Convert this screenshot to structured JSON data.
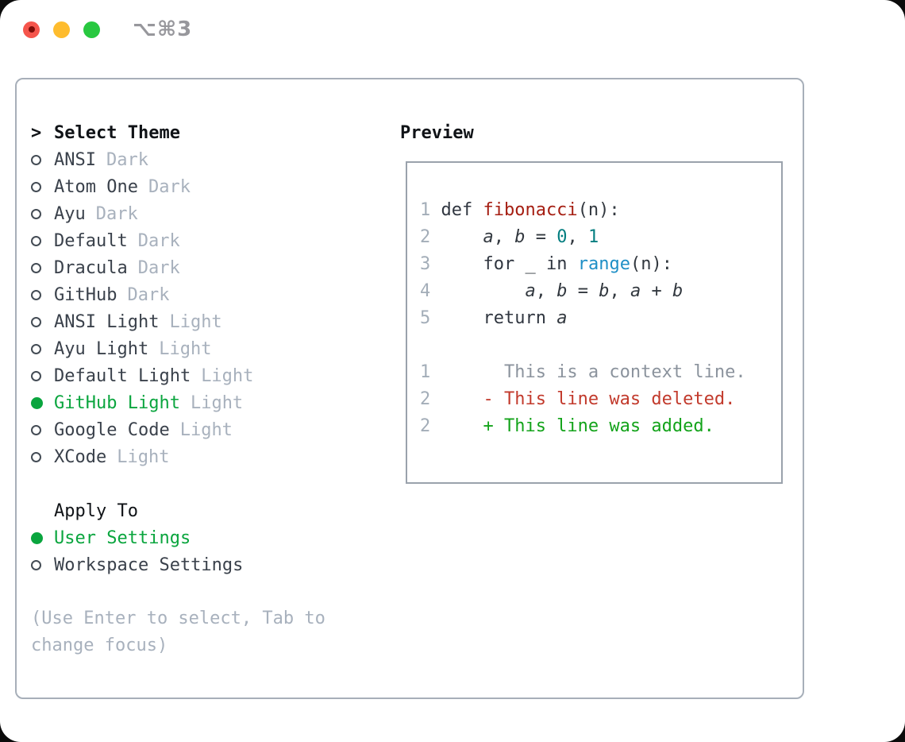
{
  "titlebar": {
    "shortcut": "⌥⌘3"
  },
  "colors": {
    "traffic-red": "#f5554c",
    "traffic-red-dot": "#7e0d08",
    "traffic-yellow": "#febc2e",
    "traffic-green": "#28c840",
    "shortcut": "#97979c",
    "panel-border": "#a7afb9",
    "box-border": "#9aa2ac",
    "heading": "#101317",
    "item-text": "#3a414b",
    "tag-text": "#a8b1bd",
    "muted": "#a8b1bd",
    "select-green": "#0aa53e",
    "ring": "#444c55",
    "lineno": "#a3adb8",
    "code-text": "#32383f",
    "kw": "#303640",
    "fn-red": "#a51e12",
    "num-teal": "#037e80",
    "builtin-blue": "#1e8fc6",
    "ctx-gray": "#8b939d",
    "del-red": "#c23a2c",
    "add-green": "#13a31a"
  },
  "theme_panel": {
    "header": {
      "marker": ">",
      "label": "Select Theme"
    },
    "themes": [
      {
        "name": "ANSI",
        "tag": "Dark",
        "selected": false
      },
      {
        "name": "Atom One",
        "tag": "Dark",
        "selected": false
      },
      {
        "name": "Ayu",
        "tag": "Dark",
        "selected": false
      },
      {
        "name": "Default",
        "tag": "Dark",
        "selected": false
      },
      {
        "name": "Dracula",
        "tag": "Dark",
        "selected": false
      },
      {
        "name": "GitHub",
        "tag": "Dark",
        "selected": false
      },
      {
        "name": "ANSI Light",
        "tag": "Light",
        "selected": false
      },
      {
        "name": "Ayu Light",
        "tag": "Light",
        "selected": false
      },
      {
        "name": "Default Light",
        "tag": "Light",
        "selected": false
      },
      {
        "name": "GitHub Light",
        "tag": "Light",
        "selected": true
      },
      {
        "name": "Google Code",
        "tag": "Light",
        "selected": false
      },
      {
        "name": "XCode",
        "tag": "Light",
        "selected": false
      }
    ],
    "apply_to": {
      "label": "Apply To",
      "options": [
        {
          "name": "User Settings",
          "selected": true
        },
        {
          "name": "Workspace Settings",
          "selected": false
        }
      ]
    },
    "hint": "(Use Enter to select, Tab to change focus)"
  },
  "preview": {
    "title": "Preview",
    "code_lines": [
      {
        "num": "1",
        "segs": [
          {
            "t": "def ",
            "c": "kw"
          },
          {
            "t": "fibonacci",
            "c": "fn"
          },
          {
            "t": "(n):",
            "c": "pl"
          }
        ]
      },
      {
        "num": "2",
        "segs": [
          {
            "t": "    ",
            "c": "pl"
          },
          {
            "t": "a",
            "c": "var"
          },
          {
            "t": ", ",
            "c": "pl"
          },
          {
            "t": "b",
            "c": "var"
          },
          {
            "t": " = ",
            "c": "pl"
          },
          {
            "t": "0",
            "c": "num"
          },
          {
            "t": ", ",
            "c": "pl"
          },
          {
            "t": "1",
            "c": "num"
          }
        ]
      },
      {
        "num": "3",
        "segs": [
          {
            "t": "    ",
            "c": "pl"
          },
          {
            "t": "for",
            "c": "kw"
          },
          {
            "t": " _ ",
            "c": "pl"
          },
          {
            "t": "in",
            "c": "kw"
          },
          {
            "t": " ",
            "c": "pl"
          },
          {
            "t": "range",
            "c": "bi"
          },
          {
            "t": "(n):",
            "c": "pl"
          }
        ]
      },
      {
        "num": "4",
        "segs": [
          {
            "t": "        ",
            "c": "pl"
          },
          {
            "t": "a",
            "c": "var"
          },
          {
            "t": ", ",
            "c": "pl"
          },
          {
            "t": "b",
            "c": "var"
          },
          {
            "t": " = ",
            "c": "pl"
          },
          {
            "t": "b",
            "c": "var"
          },
          {
            "t": ", ",
            "c": "pl"
          },
          {
            "t": "a",
            "c": "var"
          },
          {
            "t": " + ",
            "c": "pl"
          },
          {
            "t": "b",
            "c": "var"
          }
        ]
      },
      {
        "num": "5",
        "segs": [
          {
            "t": "    ",
            "c": "pl"
          },
          {
            "t": "return",
            "c": "kw"
          },
          {
            "t": " ",
            "c": "pl"
          },
          {
            "t": "a",
            "c": "var"
          }
        ]
      },
      {
        "num": "",
        "segs": []
      },
      {
        "num": "1",
        "segs": [
          {
            "t": "      This is a context line.",
            "c": "ctx"
          }
        ]
      },
      {
        "num": "2",
        "segs": [
          {
            "t": "    - This line was deleted.",
            "c": "del"
          }
        ]
      },
      {
        "num": "2",
        "segs": [
          {
            "t": "    + This line was added.",
            "c": "add"
          }
        ]
      }
    ]
  }
}
